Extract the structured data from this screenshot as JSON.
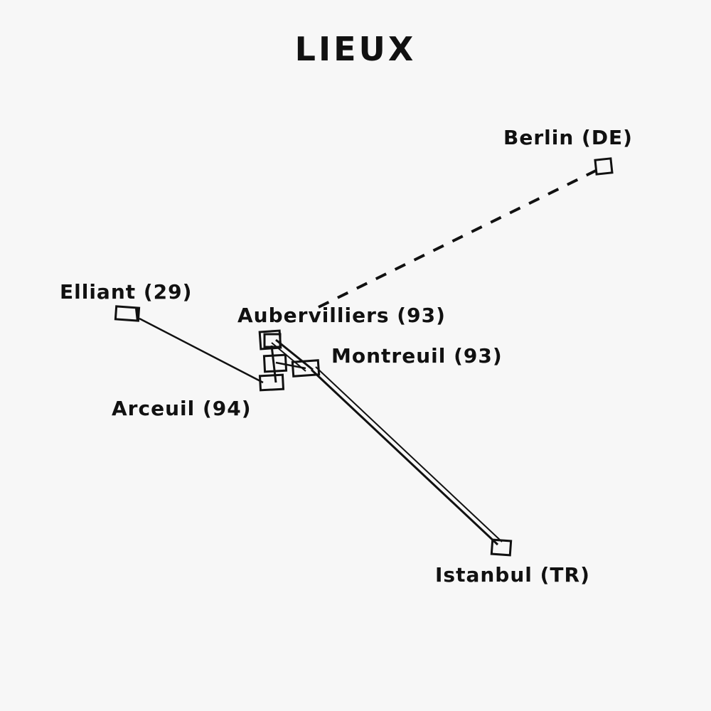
{
  "title": "LIEUX",
  "places": {
    "berlin": "Berlin (DE)",
    "elliant": "Elliant (29)",
    "aubervilliers": "Aubervilliers (93)",
    "montreuil": "Montreuil (93)",
    "arceuil": "Arceuil (94)",
    "istanbul": "Istanbul (TR)"
  },
  "colors": {
    "ink": "#111111",
    "paper": "#f7f7f7"
  }
}
